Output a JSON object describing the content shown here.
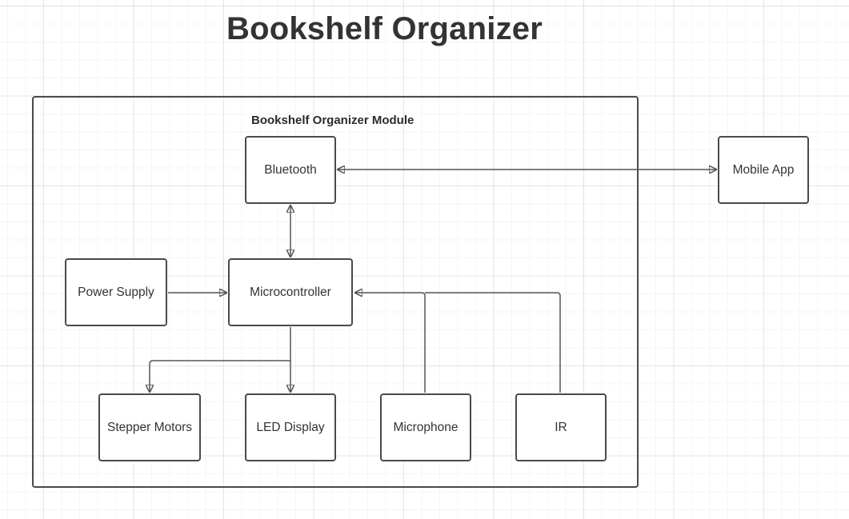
{
  "title": "Bookshelf Organizer",
  "module": {
    "label": "Bookshelf Organizer Module"
  },
  "nodes": {
    "bluetooth": "Bluetooth",
    "mobile_app": "Mobile App",
    "power_supply": "Power Supply",
    "microcontroller": "Microcontroller",
    "stepper_motors": "Stepper Motors",
    "led_display": "LED Display",
    "microphone": "Microphone",
    "ir": "IR"
  },
  "edges": [
    {
      "from": "Bluetooth",
      "to": "Mobile App",
      "direction": "bidirectional"
    },
    {
      "from": "Bluetooth",
      "to": "Microcontroller",
      "direction": "bidirectional"
    },
    {
      "from": "Power Supply",
      "to": "Microcontroller",
      "direction": "forward"
    },
    {
      "from": "Microcontroller",
      "to": "Stepper Motors",
      "direction": "forward"
    },
    {
      "from": "Microcontroller",
      "to": "LED Display",
      "direction": "forward"
    },
    {
      "from": "Microphone",
      "to": "Microcontroller",
      "direction": "forward"
    },
    {
      "from": "IR",
      "to": "Microcontroller",
      "direction": "forward"
    }
  ],
  "colors": {
    "stroke": "#4a4a4a",
    "text": "#333333",
    "background": "#ffffff"
  }
}
